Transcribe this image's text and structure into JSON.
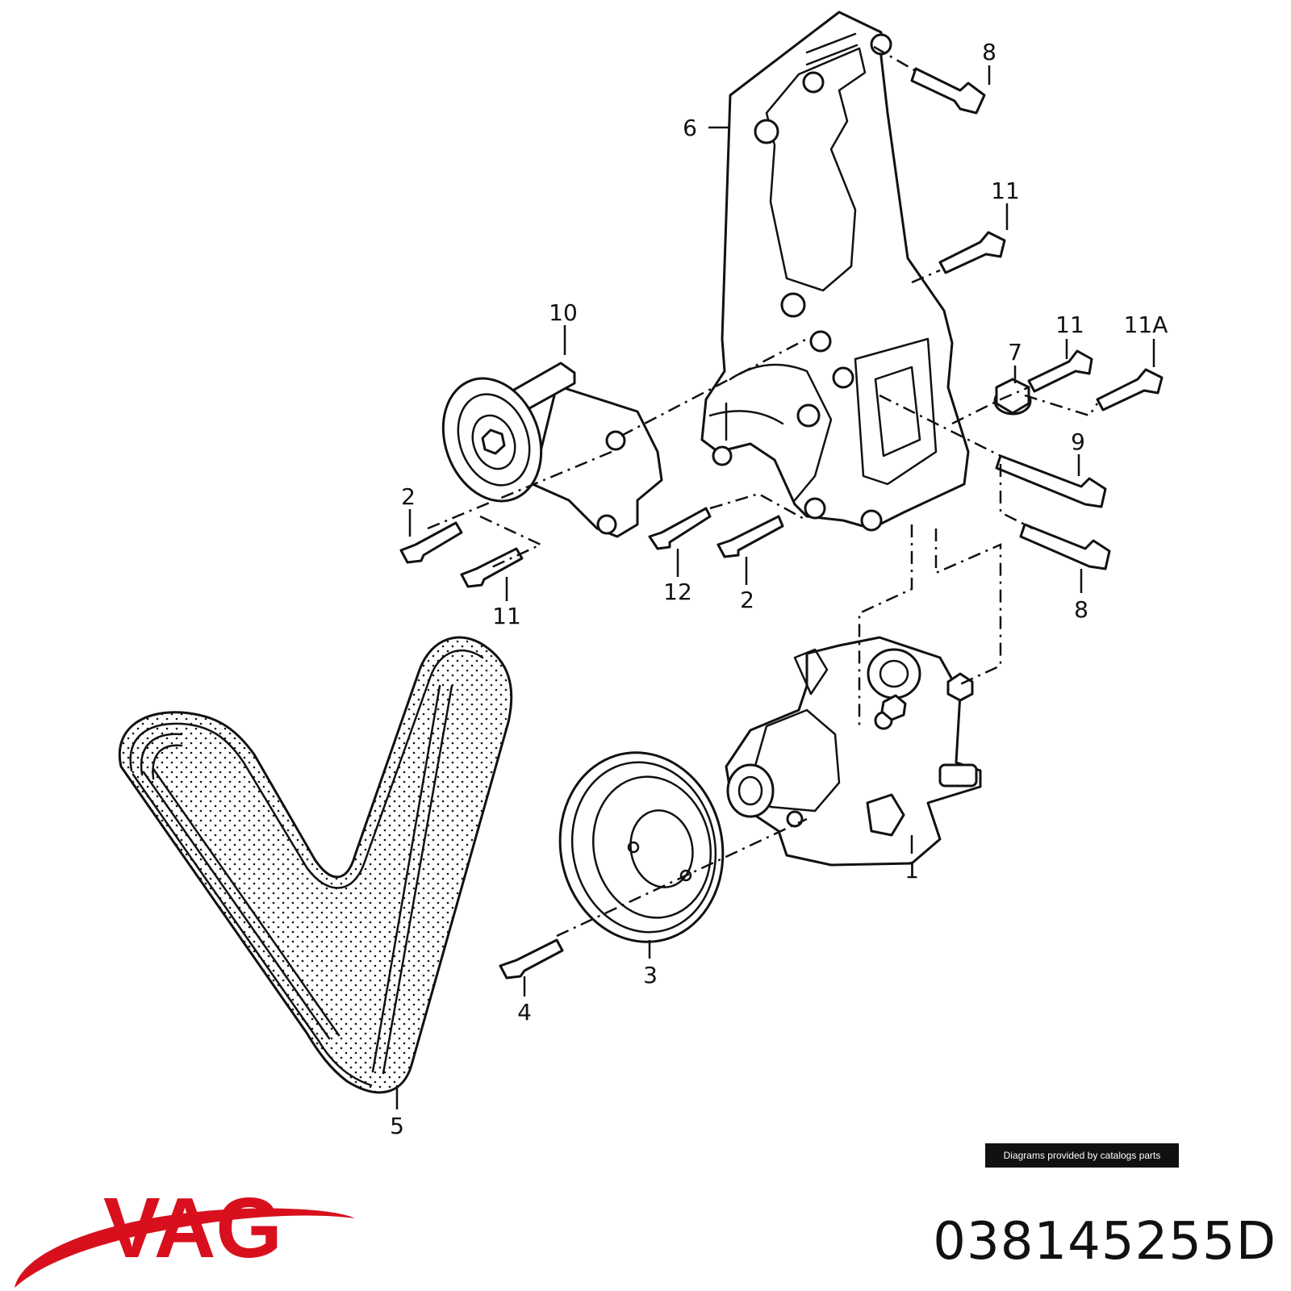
{
  "diagram": {
    "callouts": {
      "c1": "1",
      "c2a": "2",
      "c2b": "2",
      "c3": "3",
      "c4": "4",
      "c5": "5",
      "c6": "6",
      "c7": "7",
      "c8a": "8",
      "c8b": "8",
      "c9": "9",
      "c10": "10",
      "c11a": "11",
      "c11b": "11",
      "c11c": "11",
      "c11A": "11A",
      "c12": "12"
    }
  },
  "footer": {
    "credit": "Diagrams provided by catalogs parts",
    "brand": "VAG",
    "part_number": "038145255D"
  },
  "colors": {
    "brand_red": "#d8101e",
    "ink": "#111111",
    "background": "#ffffff"
  }
}
